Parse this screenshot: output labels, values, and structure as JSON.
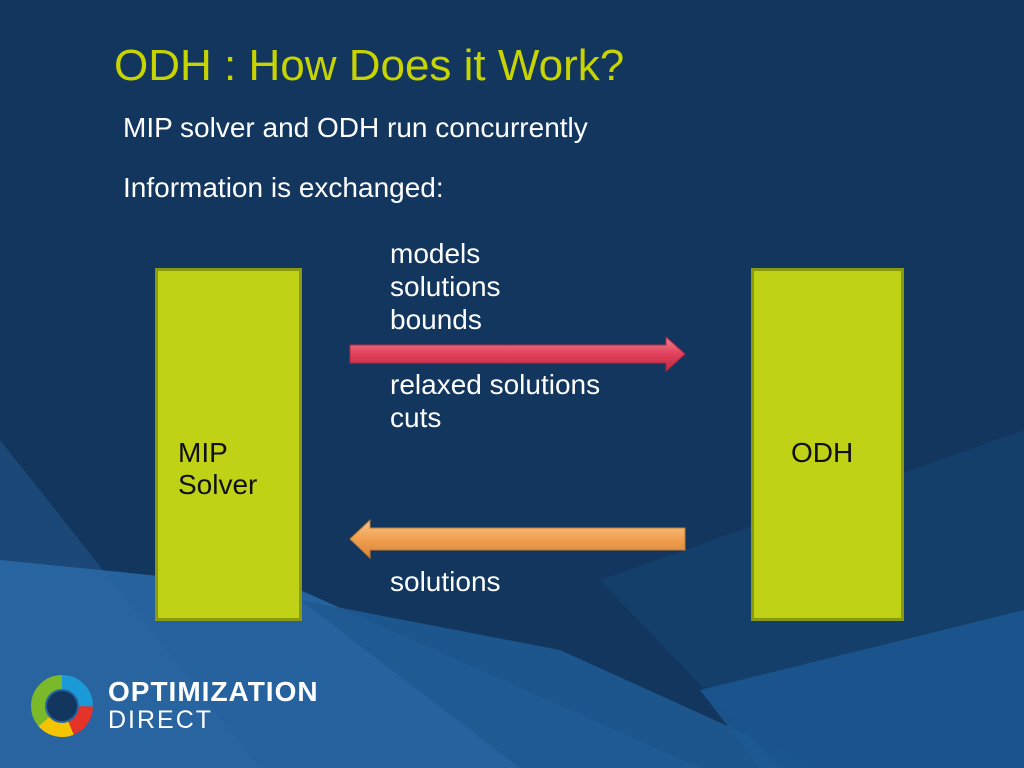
{
  "slide": {
    "title": "ODH : How Does it Work?",
    "bullets": [
      "MIP solver and ODH run concurrently",
      "Information is exchanged:"
    ]
  },
  "diagram": {
    "left_box": {
      "line1": "MIP",
      "line2": "Solver"
    },
    "right_box": {
      "label": "ODH"
    },
    "to_odh": {
      "items": [
        "models",
        "solutions",
        "bounds"
      ],
      "arrow_color": "#e0405a",
      "direction": "right"
    },
    "from_odh_labels": {
      "items": [
        "relaxed solutions",
        "cuts"
      ]
    },
    "to_solver": {
      "items": [
        "solutions"
      ],
      "arrow_color": "#f0a050",
      "direction": "left"
    },
    "box_color": "#bfd215"
  },
  "logo": {
    "line1": "OPTIMIZATION",
    "line2": "DIRECT"
  },
  "colors": {
    "background": "#12365e",
    "title": "#c8d400"
  }
}
